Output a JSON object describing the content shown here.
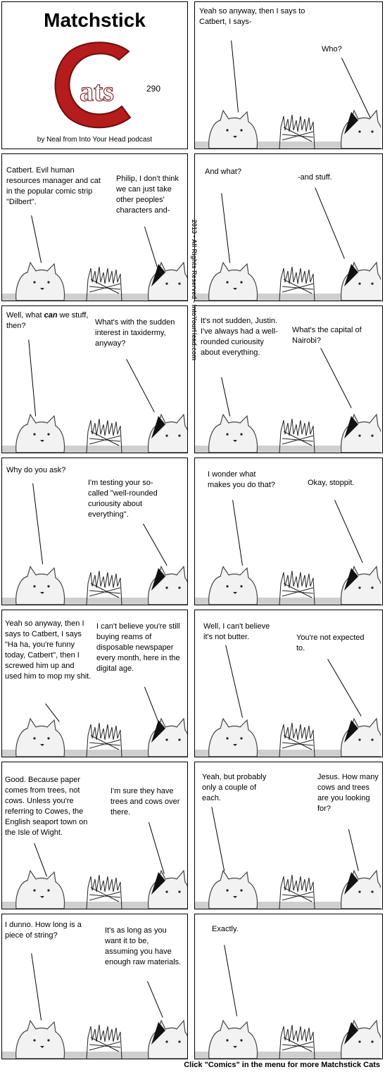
{
  "title": {
    "text": "Matchstick",
    "logo_letter": "C",
    "logo_word": "ats",
    "issue": "290",
    "byline": "by Neal from Into Your Head podcast",
    "brand_color": "#b51c1c"
  },
  "copyright": "2013 - All Rights Reserved - IntoYourHead.com",
  "footer": "Click \"Comics\" in the menu for more Matchstick Cats",
  "panels": [
    {
      "a": "Yeah so anyway, then I says to Catbert, I says-",
      "b": "Who?"
    },
    {
      "a": "Catbert. Evil human resources manager and cat in the popular comic strip \"Dilbert\".",
      "b": "Philip, I don't think we can just take other peoples' characters and-"
    },
    {
      "a": "And what?",
      "b": "-and stuff."
    },
    {
      "a1": "Well, what ",
      "a_em": "can",
      "a2": " we stuff, then?",
      "b": "What's with the sudden interest in taxidermy, anyway?"
    },
    {
      "a": "It's not sudden, Justin. I've always had a well-rounded curiousity about everything.",
      "b": "What's the capital of Nairobi?"
    },
    {
      "a": "Why do you ask?",
      "b": "I'm testing your so-called \"well-rounded curiousity about everything\"."
    },
    {
      "a": "I wonder what makes you do that?",
      "b": "Okay, stoppit."
    },
    {
      "a": "Yeah so anyway, then I says to Catbert, I says \"Ha ha, you're funny today, Catbert\", then I screwed him up and used him to mop my shit.",
      "b": "I can't believe you're still buying reams of disposable newspaper every month, here in the digital age."
    },
    {
      "a": "Well, I can't believe it's not butter.",
      "b": "You're not expected to."
    },
    {
      "a": "Good. Because paper comes from trees, not cows. Unless you're referring to Cowes, the English seaport town on the Isle of Wight.",
      "b": "I'm sure they have trees and cows over there."
    },
    {
      "a": "Yeah, but probably only a couple of each.",
      "b": "Jesus. How many cows and trees are you looking for?"
    },
    {
      "a": "I dunno. How long is a piece of string?",
      "b": "It's as long as you want it to be, assuming you have enough raw materials."
    },
    {
      "a": "Exactly."
    }
  ]
}
